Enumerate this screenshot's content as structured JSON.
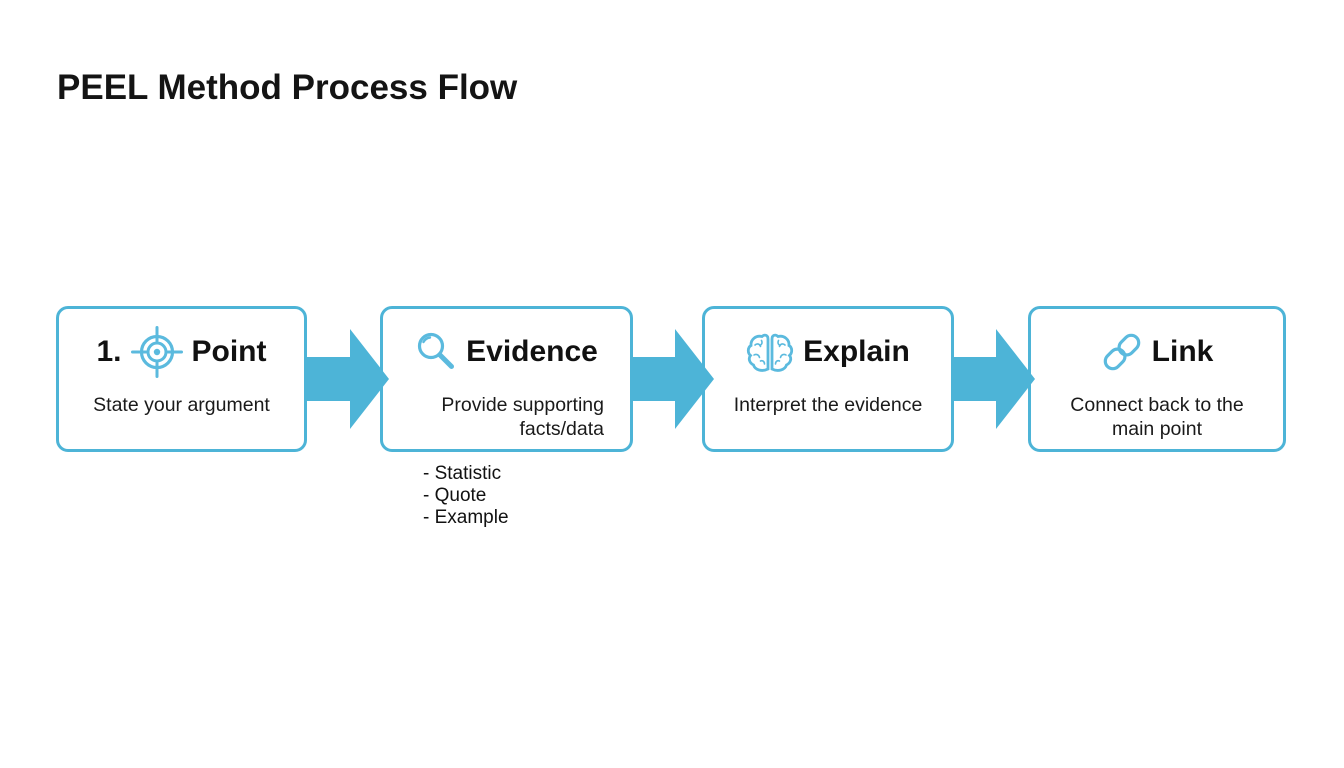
{
  "title": "PEEL Method Process Flow",
  "colors": {
    "accent": "#4db4d7",
    "icon": "#5bbade",
    "text": "#111111",
    "background": "#ffffff"
  },
  "icons": {
    "step1": "target-icon",
    "step2": "magnifier-icon",
    "step3": "brain-icon",
    "step4": "link-icon",
    "connector": "right-block-arrow"
  },
  "steps": [
    {
      "number": "1.",
      "label": "Point",
      "description": "State your argument"
    },
    {
      "label": "Evidence",
      "description": "Provide supporting facts/data",
      "notes": [
        "- Statistic",
        "- Quote",
        "- Example"
      ]
    },
    {
      "label": "Explain",
      "description": "Interpret the evidence"
    },
    {
      "label": "Link",
      "description": "Connect back to the main point"
    }
  ]
}
